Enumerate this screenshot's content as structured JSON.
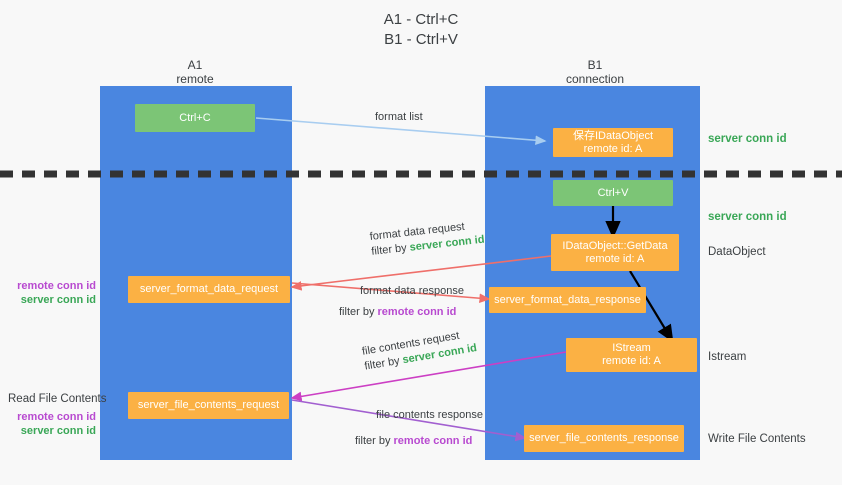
{
  "title": {
    "line1": "A1 - Ctrl+C",
    "line2": "B1 - Ctrl+V"
  },
  "columns": [
    {
      "name": "A1",
      "sub": "remote"
    },
    {
      "name": "B1",
      "sub": "connection"
    }
  ],
  "boxes": {
    "ctrl_c": "Ctrl+C",
    "ctrl_v": "Ctrl+V",
    "save_idataobject_l1": "保存IDataObject",
    "save_idataobject_l2": "remote id: A",
    "getdata_l1": "IDataObject::GetData",
    "getdata_l2": "remote id: A",
    "istream_l1": "IStream",
    "istream_l2": "remote id: A",
    "server_format_data_request": "server_format_data_request",
    "server_format_data_response": "server_format_data_response",
    "server_file_contents_request": "server_file_contents_request",
    "server_file_contents_response": "server_file_contents_response"
  },
  "right_labels": {
    "server_conn_id_1": "server conn id",
    "server_conn_id_2": "server conn id",
    "dataobject": "DataObject",
    "istream": "Istream",
    "write_file_contents": "Write File Contents"
  },
  "left_labels": {
    "remote_conn_id_1": "remote conn id",
    "server_conn_id_1": "server conn id",
    "read_file_contents": "Read File Contents",
    "remote_conn_id_2": "remote conn id",
    "server_conn_id_2": "server conn id"
  },
  "arrow_labels": {
    "format_list": "format list",
    "format_data_request": "format data request",
    "format_data_request_filter_prefix": "filter by ",
    "format_data_request_filter_value": "server conn id",
    "format_data_response": "format data response",
    "format_data_response_filter_prefix": "filter by ",
    "format_data_response_filter_value": "remote conn id",
    "file_contents_request": "file contents request",
    "file_contents_request_filter_prefix": "filter by ",
    "file_contents_request_filter_value": "server conn id",
    "file_contents_response": "file contents response",
    "file_contents_response_filter_prefix": "filter by ",
    "file_contents_response_filter_value": "remote conn id"
  },
  "colors": {
    "lifeline": "#4a86e0",
    "green_box": "#7cc576",
    "orange_box": "#fbb144",
    "green_text": "#3aa757",
    "purple_text": "#b84ad0",
    "arrow_blue": "#a8cdf0",
    "arrow_red": "#ef6f6a",
    "arrow_magenta": "#cc3fc4",
    "arrow_purple": "#a25fd0",
    "arrow_black": "#000000",
    "background": "#f8f8f8"
  }
}
